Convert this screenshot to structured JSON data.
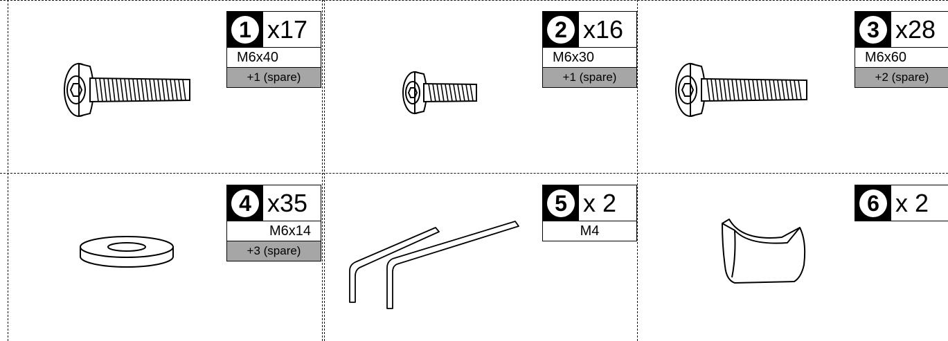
{
  "parts": [
    {
      "number": "1",
      "quantity": "x17",
      "size": "M6x40",
      "spare": "+1 (spare)",
      "icon": "bolt-icon"
    },
    {
      "number": "2",
      "quantity": "x16",
      "size": "M6x30",
      "spare": "+1 (spare)",
      "icon": "bolt-icon"
    },
    {
      "number": "3",
      "quantity": "x28",
      "size": "M6x60",
      "spare": "+2 (spare)",
      "icon": "bolt-icon"
    },
    {
      "number": "4",
      "quantity": "x35",
      "size": "M6x14",
      "spare": "+3 (spare)",
      "icon": "washer-icon"
    },
    {
      "number": "5",
      "quantity": "x 2",
      "size": "M4",
      "icon": "allen-key-icon"
    },
    {
      "number": "6",
      "quantity": "x 2",
      "icon": "bracket-icon"
    }
  ]
}
